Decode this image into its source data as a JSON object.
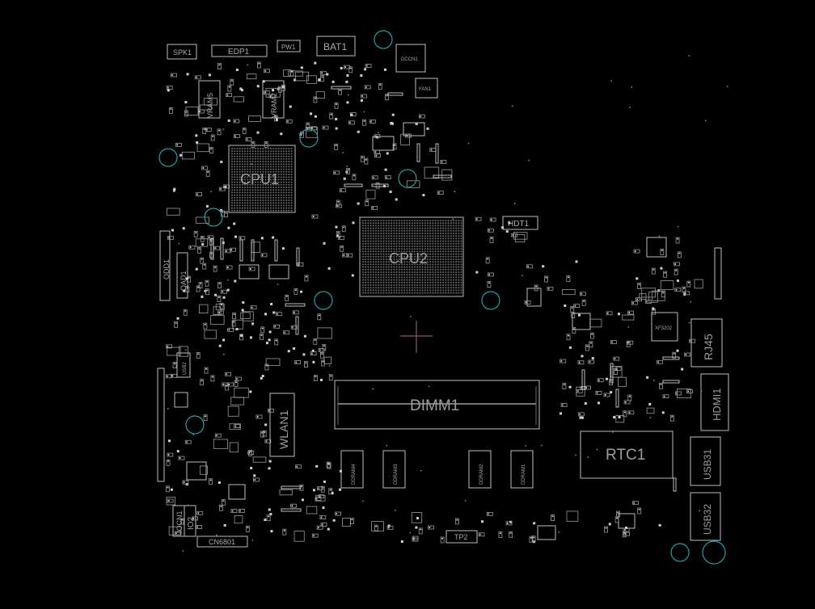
{
  "labels": {
    "spk1": "SPK1",
    "edp1": "EDP1",
    "pw1": "PW1",
    "bat1": "BAT1",
    "dccn1": "DCCN1",
    "fan1": "FAN1",
    "vram5": "VRAM5",
    "vram2": "VRAM2",
    "cpu1": "CPU1",
    "cpu2": "CPU2",
    "hdt1": "HDT1",
    "odd1": "ODD1",
    "oad1": "OAD1",
    "xf3202": "XF3202",
    "rj45": "RJ45",
    "hdmi1": "HDMI1",
    "usb31": "USB31",
    "usb32": "USB32",
    "dimm1": "DIMM1",
    "rtc1": "RTC1",
    "wlan1": "WLAN1",
    "ddram4": "DDRAM4",
    "ddram3": "DDRAM3",
    "ddram2": "DDRAM2",
    "ddram1": "DDRAM1",
    "tp2": "TP2",
    "io2": "IO2",
    "iocn1": "IOCN1",
    "cn6801": "CN6801",
    "usb2": "USB2"
  },
  "colors": {
    "background": "#000000",
    "outline": "#bdbdbd",
    "mounting_hole": "#1f9fa8",
    "crosshair": "#b06a74"
  }
}
